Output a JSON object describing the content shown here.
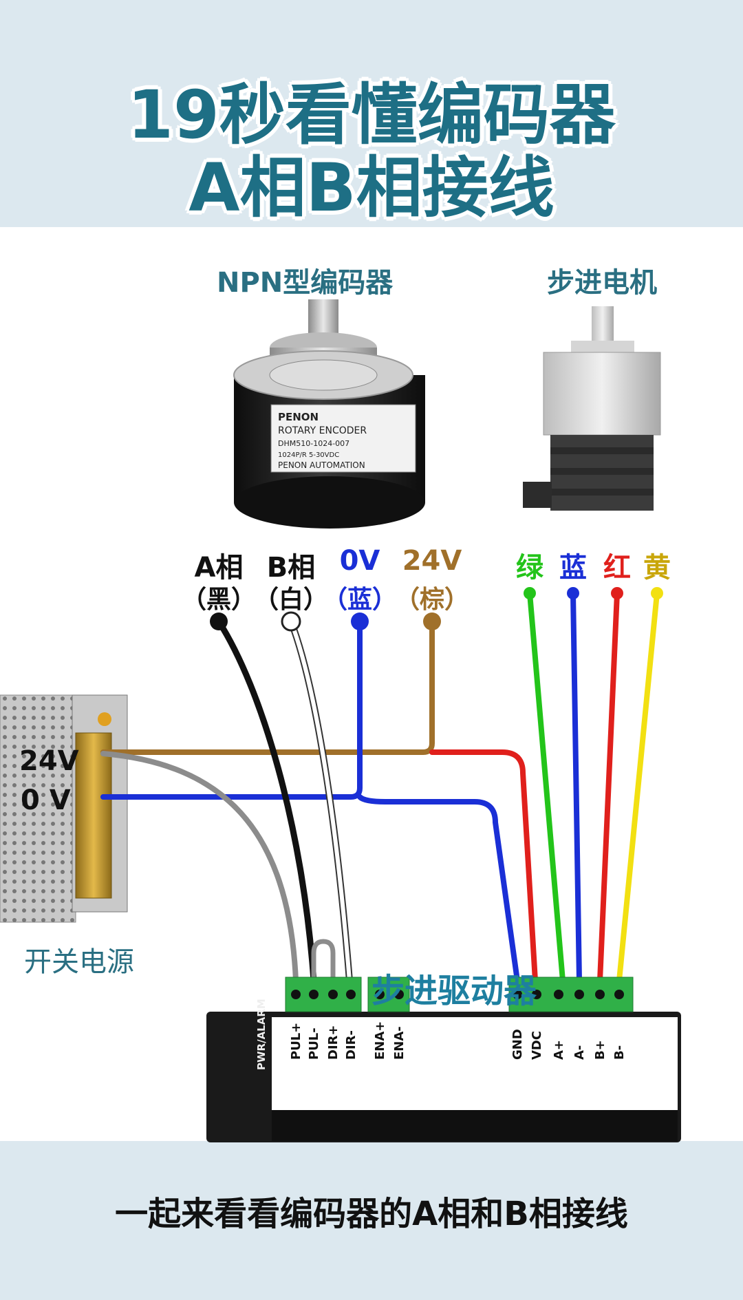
{
  "title": {
    "line1": "19秒看懂编码器",
    "line2": "A相B相接线"
  },
  "encoder": {
    "label": "NPN型编码器",
    "brand": "PENON",
    "name": "ROTARY ENCODER",
    "model": "DHM510-1024-007",
    "spec": "1024P/R   5-30VDC",
    "maker": "PENON AUTOMATION"
  },
  "motor": {
    "label": "步进电机"
  },
  "encoder_wires": [
    {
      "name": "A相",
      "color_name": "（黑）",
      "color": "#111111"
    },
    {
      "name": "B相",
      "color_name": "（白）",
      "color": "#ffffff"
    },
    {
      "name": "0V",
      "color_name": "（蓝）",
      "color": "#1a2fd6"
    },
    {
      "name": "24V",
      "color_name": "（棕）",
      "color": "#a0702a"
    }
  ],
  "motor_wires": [
    {
      "name": "绿",
      "color": "#23c41a"
    },
    {
      "name": "蓝",
      "color": "#1a2fd6"
    },
    {
      "name": "红",
      "color": "#e0201c"
    },
    {
      "name": "黄",
      "color": "#f2e012"
    }
  ],
  "power_supply": {
    "label": "开关电源",
    "v24": "24V",
    "v0": "0 V"
  },
  "driver": {
    "label": "步进驱动器",
    "side_label": "PWR/ALARM",
    "left_terminals": [
      "PUL+",
      "PUL-",
      "DIR+",
      "DIR-",
      "ENA+",
      "ENA-"
    ],
    "right_terminals": [
      "GND",
      "VDC",
      "A+",
      "A-",
      "B+",
      "B-"
    ]
  },
  "subtitle": "一起来看看编码器的A相和B相接线"
}
